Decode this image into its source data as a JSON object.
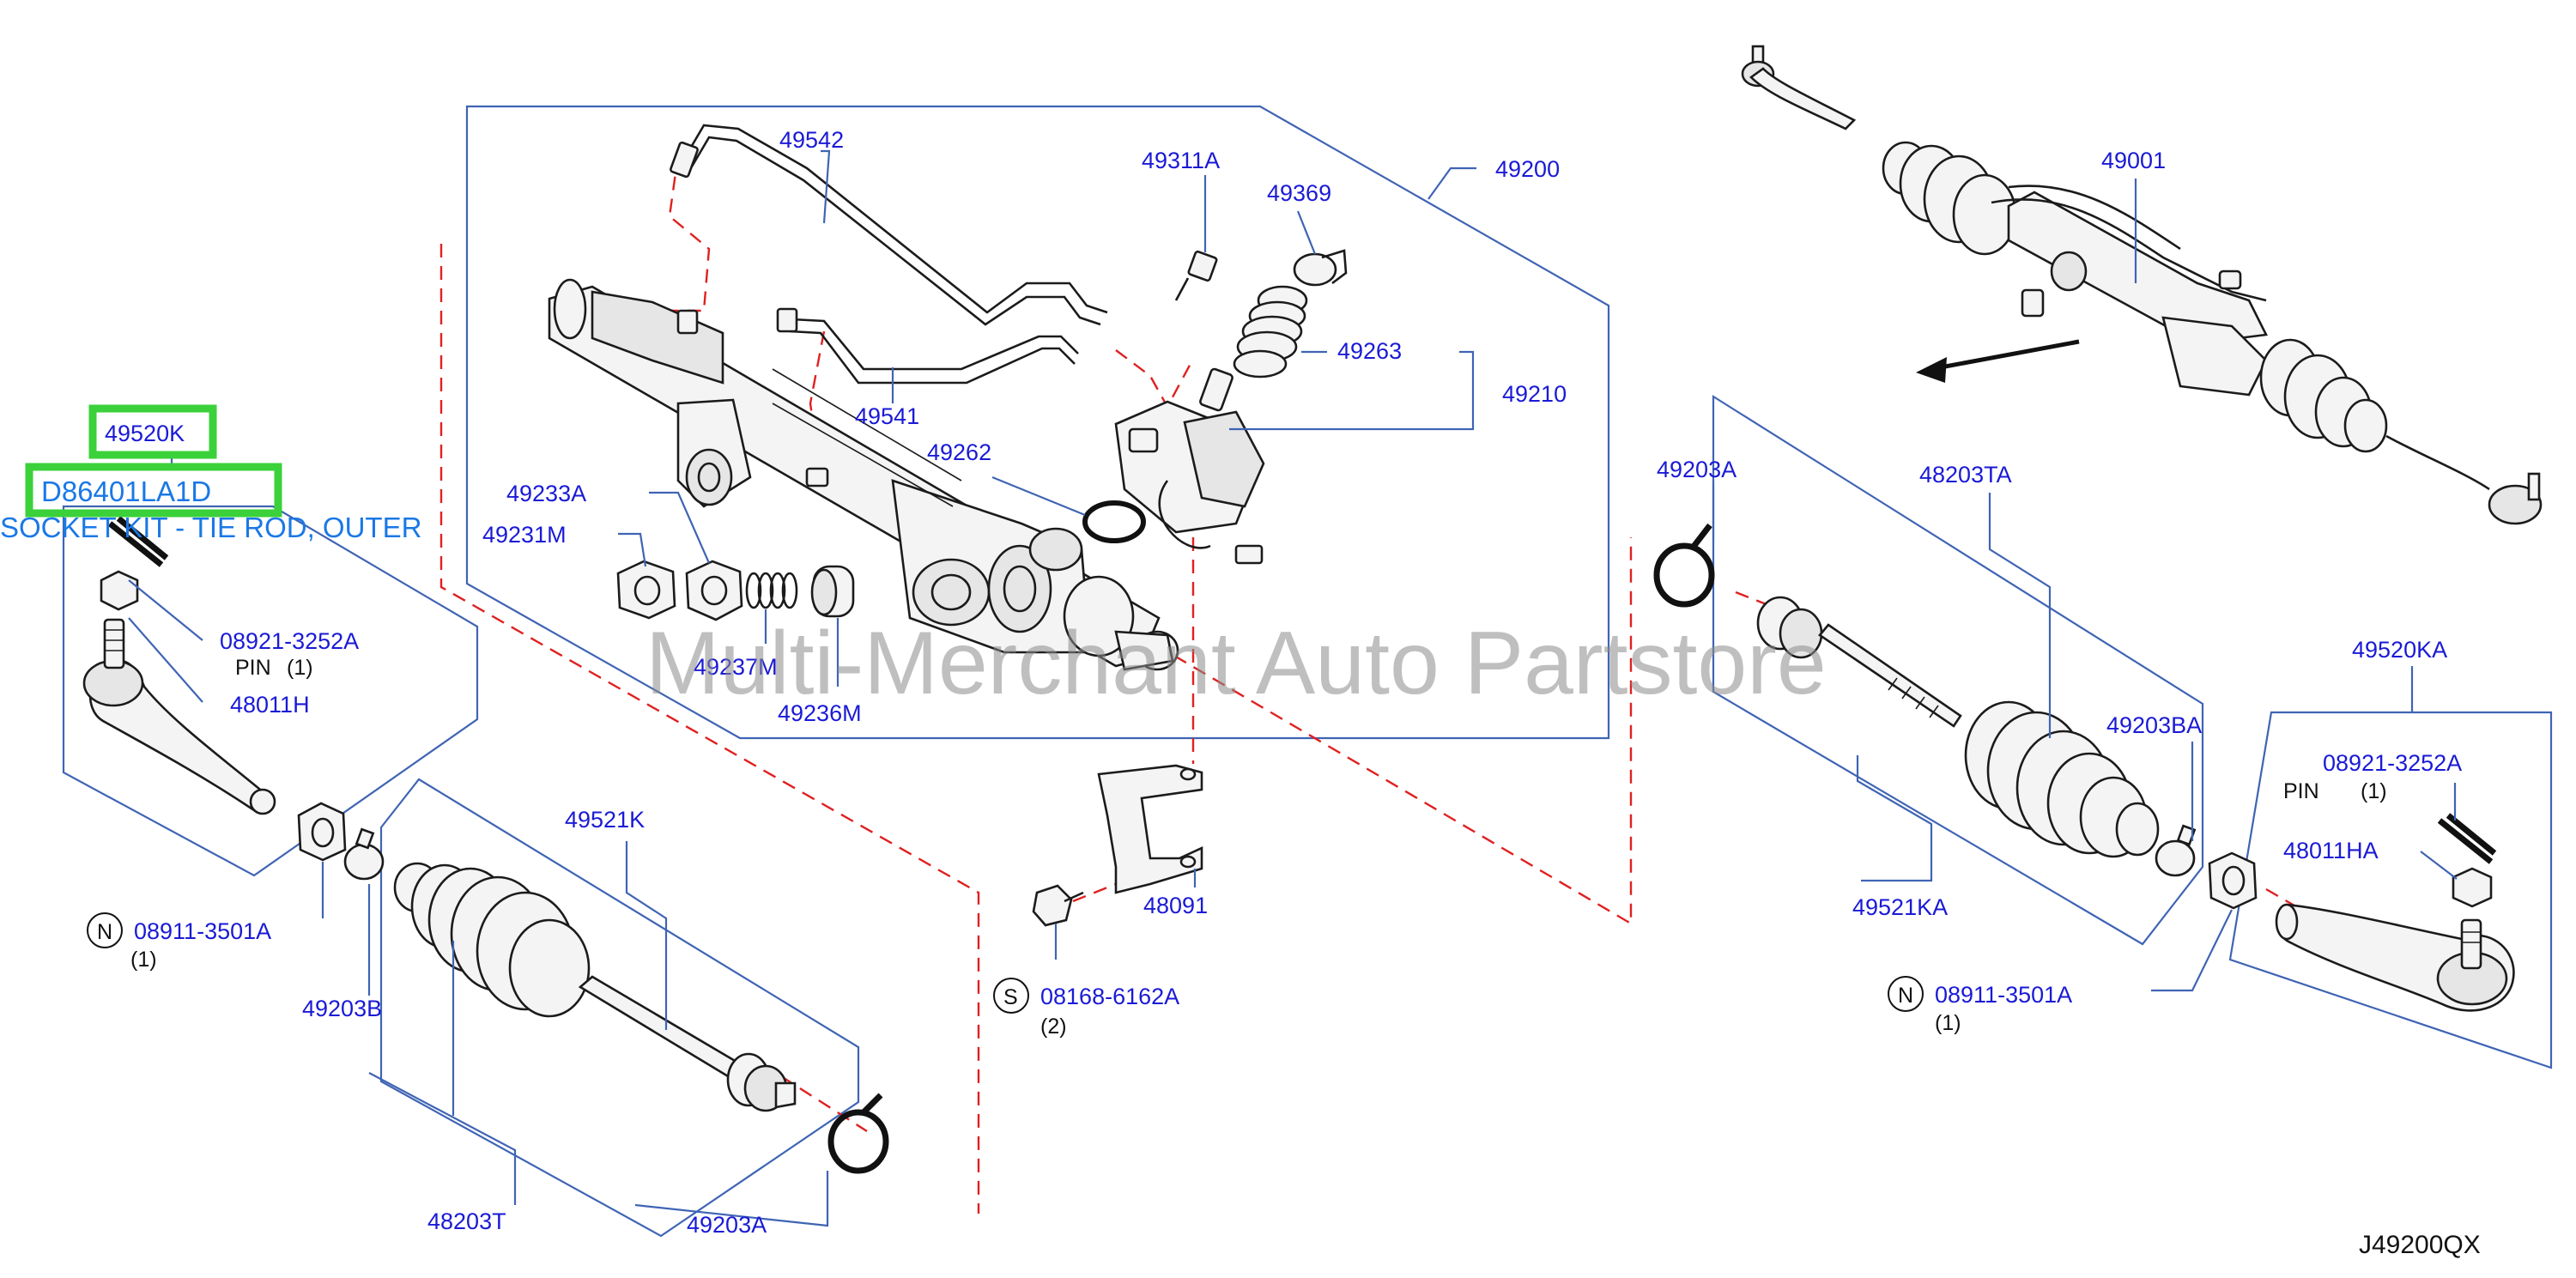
{
  "diagram": {
    "watermark": "Multi-Merchant Auto Partstore",
    "diagram_code": "J49200QX",
    "highlight": {
      "part_number": "49520K",
      "oem_code": "D86401LA1D",
      "description": "SOCKET KIT - TIE ROD, OUTER"
    },
    "labels": {
      "p49542": "49542",
      "p49311A": "49311A",
      "p49200": "49200",
      "p49369": "49369",
      "p49263": "49263",
      "p49210": "49210",
      "p49541": "49541",
      "p49262": "49262",
      "p49233A": "49233A",
      "p49231M": "49231M",
      "p49237M": "49237M",
      "p49236M": "49236M",
      "p49001": "49001",
      "p49203A_r": "49203A",
      "p48203TA": "48203TA",
      "p49203BA": "49203BA",
      "p49521KA": "49521KA",
      "p49520KA": "49520KA",
      "p08921_r": "08921-3252A",
      "pin_r": "PIN",
      "pin_r_qty": "(1)",
      "p48011HA": "48011HA",
      "n08911_r": "08911-3501A",
      "n08911_r_qty": "(1)",
      "p08921_l": "08921-3252A",
      "pin_l": "PIN",
      "pin_l_qty": "(1)",
      "p48011H": "48011H",
      "n08911_l": "08911-3501A",
      "n08911_l_qty": "(1)",
      "p49203B": "49203B",
      "p49521K": "49521K",
      "p48203T": "48203T",
      "p49203A_l": "49203A",
      "p48091": "48091",
      "s08168": "08168-6162A",
      "s08168_qty": "(2)",
      "sym_n": "N",
      "sym_s": "S"
    }
  }
}
